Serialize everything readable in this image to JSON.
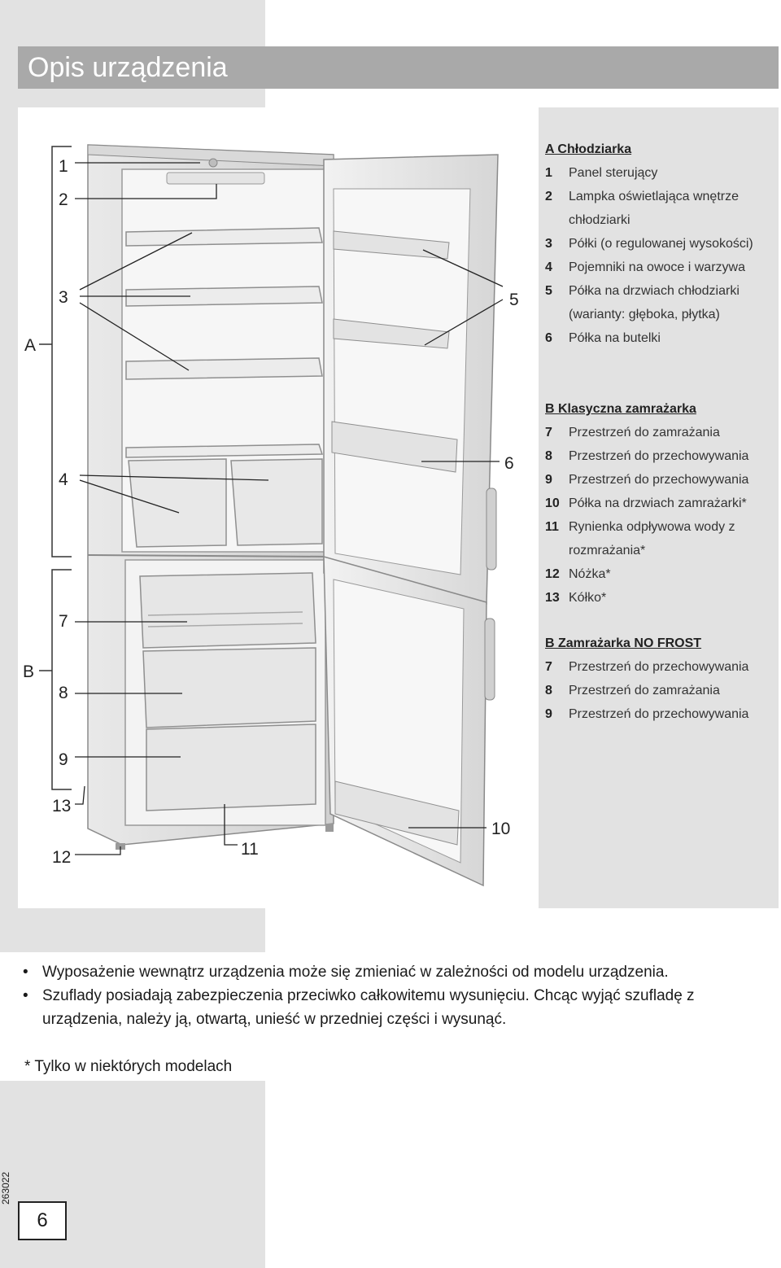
{
  "title": "Opis urządzenia",
  "figure": {
    "callouts": [
      "1",
      "2",
      "3",
      "4",
      "5",
      "6",
      "7",
      "8",
      "9",
      "10",
      "11",
      "12",
      "13"
    ],
    "groups": [
      "A",
      "B"
    ]
  },
  "legend": {
    "groups": [
      {
        "heading": "A Chłodziarka",
        "items": [
          {
            "num": "1",
            "text": "Panel sterujący"
          },
          {
            "num": "2",
            "text": "Lampka oświetlająca wnętrze chłodziarki"
          },
          {
            "num": "3",
            "text": "Półki (o regulowanej wysokości)"
          },
          {
            "num": "4",
            "text": "Pojemniki na owoce i warzywa"
          },
          {
            "num": "5",
            "text": "Półka na drzwiach chłodziarki (warianty: głęboka, płytka)"
          },
          {
            "num": "6",
            "text": "Półka na butelki"
          }
        ]
      },
      {
        "heading": "B Klasyczna zamrażarka",
        "items": [
          {
            "num": "7",
            "text": "Przestrzeń do zamrażania"
          },
          {
            "num": "8",
            "text": "Przestrzeń do przechowywania"
          },
          {
            "num": "9",
            "text": "Przestrzeń do przechowywania"
          },
          {
            "num": "10",
            "text": "Półka na drzwiach zamrażarki*"
          },
          {
            "num": "11",
            "text": "Rynienka odpływowa wody z rozmrażania*"
          },
          {
            "num": "12",
            "text": "Nóżka*"
          },
          {
            "num": "13",
            "text": "Kółko*"
          }
        ]
      },
      {
        "heading": "B Zamrażarka NO FROST",
        "items": [
          {
            "num": "7",
            "text": "Przestrzeń do przechowywania"
          },
          {
            "num": "8",
            "text": "Przestrzeń do zamrażania"
          },
          {
            "num": "9",
            "text": "Przestrzeń do przechowywania"
          }
        ]
      }
    ]
  },
  "notes": {
    "bullet": "•",
    "items": [
      "Wyposażenie wewnątrz urządzenia może się zmieniać w zależności od modelu urządzenia.",
      "Szuflady posiadają zabezpieczenia przeciwko całkowitemu wysunięciu. Chcąc wyjąć szufladę z urządzenia, należy ją, otwartą, unieść w przedniej części i wysunąć."
    ]
  },
  "footnote": "* Tylko w niektórych modelach",
  "doc_code": "263022",
  "page_number": "6"
}
